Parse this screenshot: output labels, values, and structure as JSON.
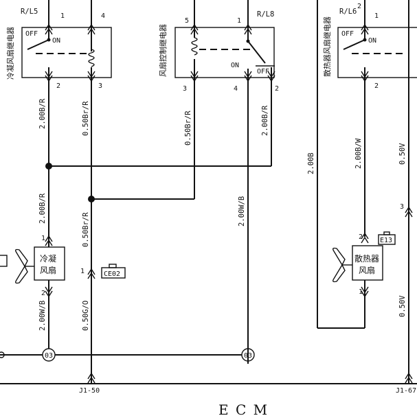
{
  "relays": {
    "condenser": {
      "name": "冷凝风扇继电器",
      "top_left_wire": "R/L5",
      "pins": [
        "1",
        "4",
        "2",
        "3"
      ],
      "switch_off": "OFF",
      "switch_on": "ON"
    },
    "fan_control": {
      "name": "风扇控制继电器",
      "top_right_wire": "R/L8",
      "pins": [
        "5",
        "1",
        "3",
        "4",
        "2"
      ],
      "switch_on": "ON",
      "switch_off": "OFF"
    },
    "radiator": {
      "name": "散热器风扇继电器",
      "top_left_wire": "R/L6",
      "pins": [
        "2",
        "1",
        "2"
      ],
      "switch_off": "OFF",
      "switch_on": "ON"
    }
  },
  "wires": {
    "w1": "2.00B/R",
    "w2": "0.50Br/R",
    "w3": "0.50Br/R",
    "w4": "2.00B/R",
    "w5": "2.00B/R",
    "w6": "0.50Br/R",
    "w7": "2.00W/B",
    "w8": "0.50G/O",
    "w9": "2.00W/B",
    "w10": "2.00B",
    "w11": "2.00B/W",
    "w12": "0.50V",
    "w13": "0.50V"
  },
  "fans": {
    "condenser": {
      "line1": "冷凝",
      "line2": "风扇",
      "pin_top": "1",
      "pin_bottom": "2"
    },
    "radiator": {
      "line1": "散热器",
      "line2": "风扇",
      "pin_top": "2",
      "pin_bottom": "1"
    }
  },
  "connectors": {
    "ce02": "CE02",
    "ce02_pin": "1",
    "e13": "E13",
    "right_pin": "3"
  },
  "grounds": {
    "g1": "03",
    "g2": "03"
  },
  "ecm": {
    "label": "E C M",
    "pin_left": "J1-50",
    "pin_right": "J1-67"
  }
}
